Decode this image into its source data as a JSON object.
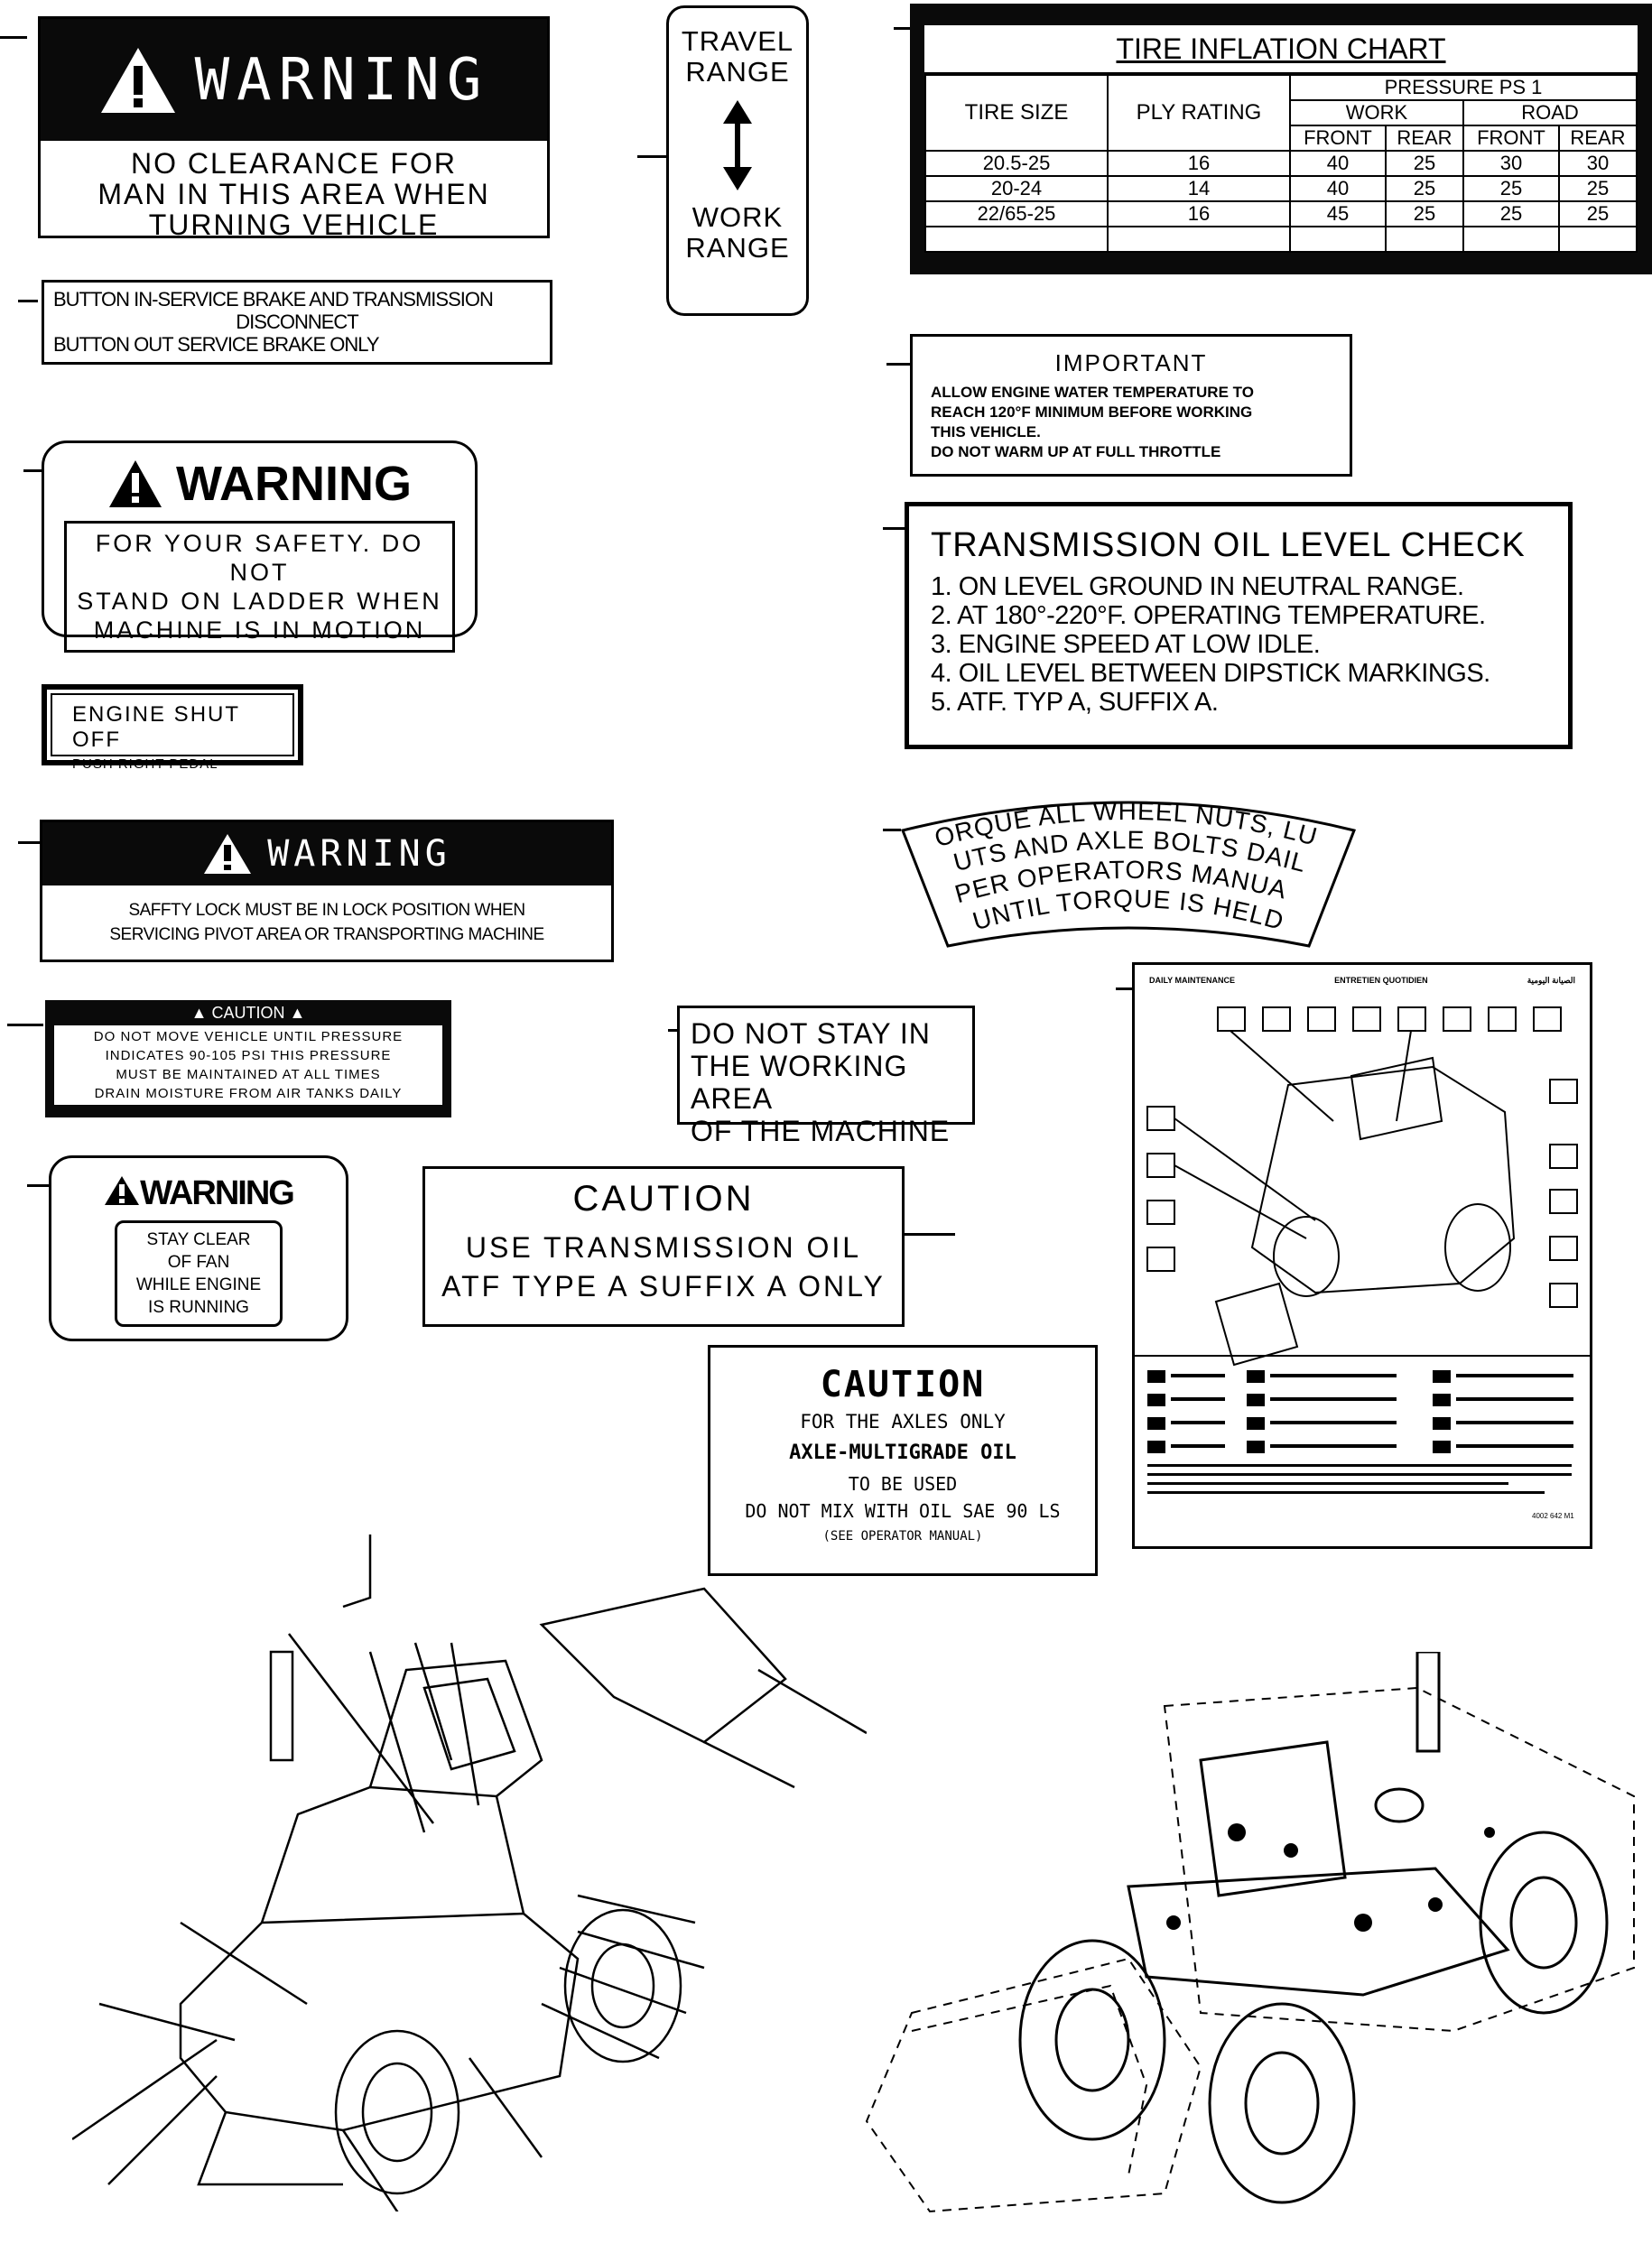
{
  "labels": {
    "warning_clearance": {
      "header": "WARNING",
      "lines": [
        "NO CLEARANCE FOR",
        "MAN IN THIS AREA WHEN",
        "TURNING VEHICLE"
      ]
    },
    "button_service": {
      "lines": [
        "BUTTON IN-SERVICE BRAKE AND TRANSMISSION",
        "DISCONNECT",
        "BUTTON OUT SERVICE BRAKE ONLY"
      ]
    },
    "warning_ladder": {
      "header": "WARNING",
      "lines": [
        "FOR YOUR SAFETY. DO NOT",
        "STAND ON LADDER WHEN",
        "MACHINE IS IN MOTION"
      ]
    },
    "engine_shutoff": {
      "title": "ENGINE SHUT OFF",
      "sub": "PUSH RIGHT PEDAL"
    },
    "warning_safety_lock": {
      "header": "WARNING",
      "lines": [
        "SAFFTY LOCK MUST BE IN LOCK POSITION WHEN",
        "SERVICING PIVOT AREA OR TRANSPORTING MACHINE"
      ]
    },
    "caution_pressure": {
      "header": "CAUTION",
      "lines": [
        "DO NOT MOVE VEHICLE UNTIL PRESSURE",
        "INDICATES 90-105 PSI THIS PRESSURE",
        "MUST BE MAINTAINED AT ALL TIMES",
        "DRAIN MOISTURE FROM AIR TANKS DAILY"
      ]
    },
    "warning_fan": {
      "header": "WARNING",
      "lines": [
        "STAY CLEAR",
        "OF FAN",
        "WHILE ENGINE",
        "IS RUNNING"
      ]
    },
    "travel_range": {
      "top": [
        "TRAVEL",
        "RANGE"
      ],
      "bottom": [
        "WORK",
        "RANGE"
      ]
    },
    "working_area": {
      "lines": [
        "DO NOT STAY IN",
        "THE WORKING AREA",
        "OF THE MACHINE"
      ]
    },
    "caution_trans_oil": {
      "header": "CAUTION",
      "lines": [
        "USE TRANSMISSION OIL",
        "ATF TYPE A SUFFIX A ONLY"
      ]
    },
    "caution_axle": {
      "header": "CAUTION",
      "lines": [
        "FOR THE AXLES ONLY",
        "AXLE-MULTIGRADE OIL",
        "TO BE USED",
        "DO NOT MIX WITH OIL SAE 90 LS",
        "(SEE OPERATOR MANUAL)"
      ]
    },
    "important_temp": {
      "header": "IMPORTANT",
      "lines": [
        "ALLOW ENGINE WATER TEMPERATURE TO",
        "REACH 120°F MINIMUM BEFORE WORKING",
        "THIS VEHICLE.",
        "DO NOT WARM UP AT FULL THROTTLE"
      ]
    },
    "trans_oil_check": {
      "title": "TRANSMISSION OIL LEVEL CHECK",
      "lines": [
        "1. ON LEVEL GROUND IN NEUTRAL RANGE.",
        "2. AT 180°-220°F. OPERATING TEMPERATURE.",
        "3. ENGINE SPEED AT LOW IDLE.",
        "4. OIL LEVEL BETWEEN DIPSTICK MARKINGS.",
        "5. ATF. TYP A, SUFFIX A."
      ]
    },
    "torque": {
      "lines": [
        "TORQUE ALL WHEEL NUTS, LUG",
        "NUTS AND AXLE BOLTS DAILY",
        "PER OPERATORS MANUAL",
        "UNTIL TORQUE IS HELD"
      ]
    },
    "daily_maintenance": {
      "headers": [
        "DAILY MAINTENANCE",
        "ENTRETIEN QUOTIDIEN",
        "الصيانة اليومية"
      ],
      "code": "4002 642 M1"
    }
  },
  "tire_chart": {
    "title": "TIRE INFLATION CHART",
    "col_tire_size": "TIRE SIZE",
    "col_ply": "PLY RATING",
    "col_pressure": "PRESSURE PS 1",
    "group_work": "WORK",
    "group_road": "ROAD",
    "sub_front": "FRONT",
    "sub_rear": "REAR",
    "rows": [
      {
        "size": "20.5-25",
        "ply": "16",
        "wf": "40",
        "wr": "25",
        "rf": "30",
        "rr": "30"
      },
      {
        "size": "20-24",
        "ply": "14",
        "wf": "40",
        "wr": "25",
        "rf": "25",
        "rr": "25"
      },
      {
        "size": "22/65-25",
        "ply": "16",
        "wf": "45",
        "wr": "25",
        "rf": "25",
        "rr": "25"
      }
    ]
  },
  "icons": {
    "warning": "warning-triangle-icon",
    "arrow": "double-arrow-icon"
  }
}
